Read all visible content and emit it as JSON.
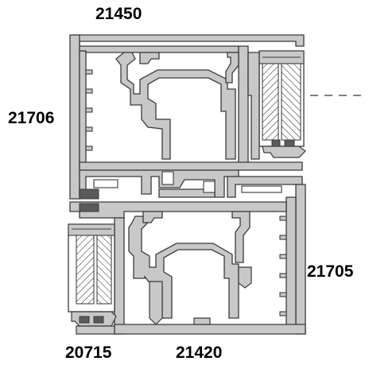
{
  "labels": {
    "top": "21450",
    "left": "21706",
    "right": "21705",
    "bottom_left": "20715",
    "bottom_center": "21420"
  },
  "colors": {
    "profile_fill": "#c8c8c8",
    "profile_stroke": "#3a3a3a",
    "glass_fill": "#ffffff",
    "gasket_fill": "#5a5a5a",
    "ink": "#000000"
  }
}
